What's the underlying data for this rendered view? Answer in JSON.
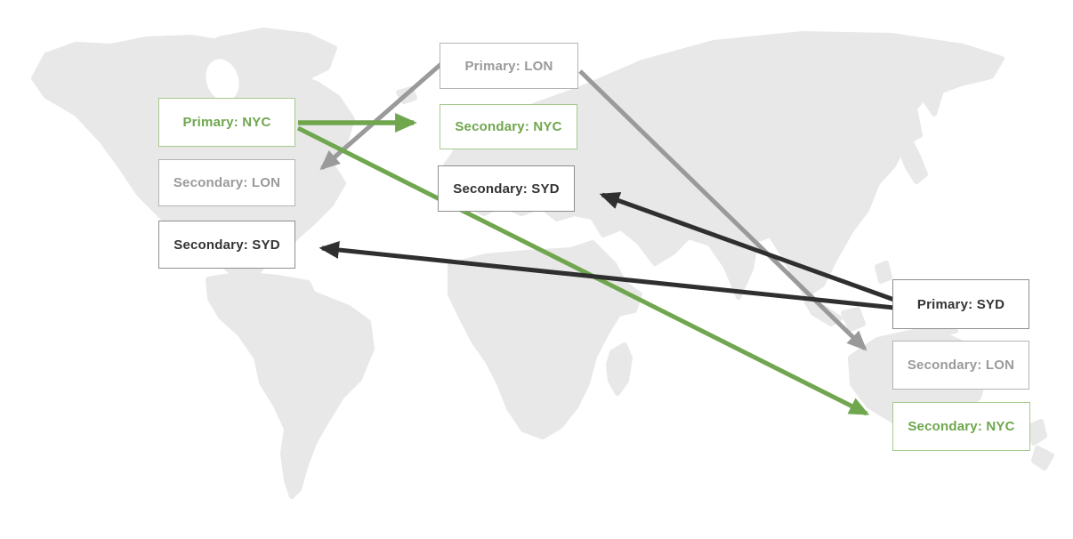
{
  "diagram": {
    "nodes": [
      {
        "id": "primary-lon",
        "label": "Primary: LON"
      },
      {
        "id": "primary-nyc",
        "label": "Primary: NYC"
      },
      {
        "id": "secondary-nyc-central",
        "label": "Secondary: NYC"
      },
      {
        "id": "secondary-lon-west",
        "label": "Secondary: LON"
      },
      {
        "id": "secondary-syd-central",
        "label": "Secondary: SYD"
      },
      {
        "id": "secondary-syd-west",
        "label": "Secondary: SYD"
      },
      {
        "id": "primary-syd",
        "label": "Primary: SYD"
      },
      {
        "id": "secondary-lon-east",
        "label": "Secondary: LON"
      },
      {
        "id": "secondary-nyc-east",
        "label": "Secondary: NYC"
      }
    ],
    "edges": [
      {
        "from": "primary-nyc",
        "to": "secondary-nyc-central",
        "color": "green"
      },
      {
        "from": "primary-nyc",
        "to": "secondary-nyc-east",
        "color": "green"
      },
      {
        "from": "primary-lon",
        "to": "secondary-lon-west",
        "color": "gray"
      },
      {
        "from": "primary-lon",
        "to": "secondary-lon-east",
        "color": "gray"
      },
      {
        "from": "primary-syd",
        "to": "secondary-syd-central",
        "color": "black"
      },
      {
        "from": "primary-syd",
        "to": "secondary-syd-west",
        "color": "black"
      }
    ],
    "colors": {
      "green": "#6fa64e",
      "gray": "#9a9a9a",
      "black": "#2f2f2f",
      "map": "#e8e8e8",
      "background": "#ffffff"
    }
  }
}
